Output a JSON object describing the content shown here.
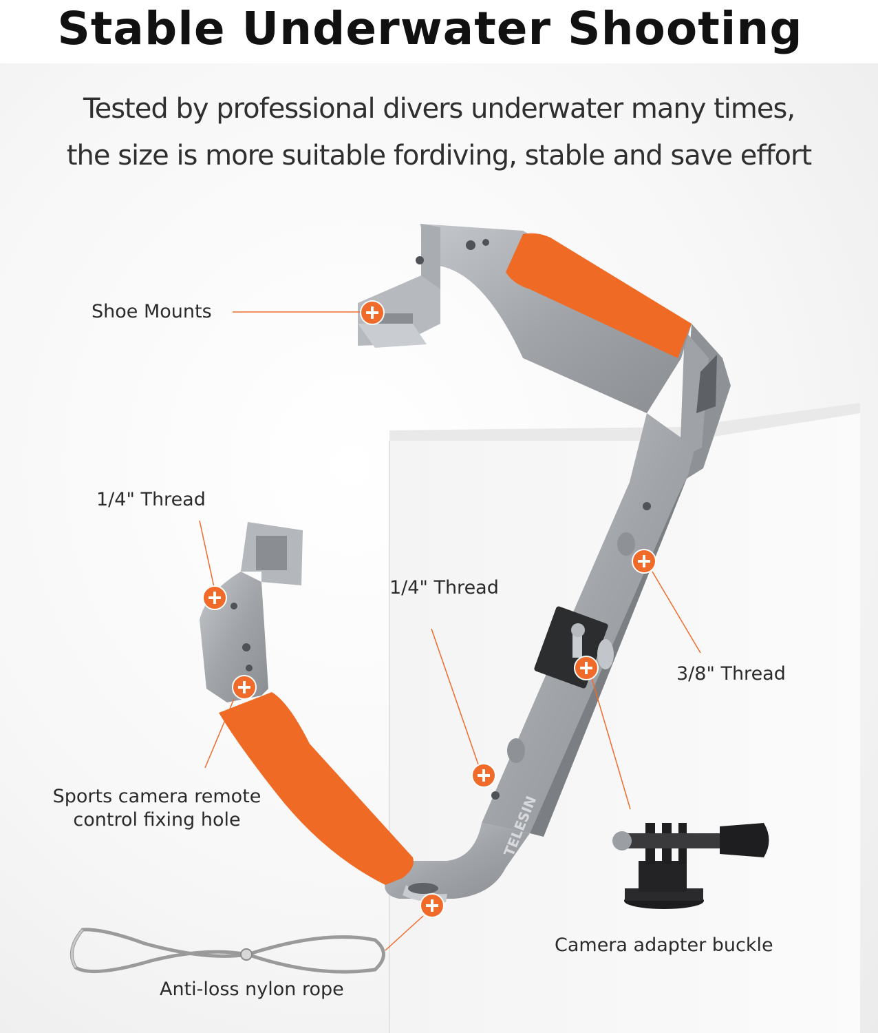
{
  "header": {
    "title": "Stable Underwater Shooting",
    "subtitle_line1": "Tested by professional divers underwater many times,",
    "subtitle_line2": "the size is more suitable fordiving, stable and save effort"
  },
  "callouts": {
    "shoe_mounts": "Shoe Mounts",
    "thread_quarter_left": "1/4\" Thread",
    "thread_quarter_center": "1/4\" Thread",
    "thread_three_eighths": "3/8\" Thread",
    "remote_hole_line1": "Sports camera remote",
    "remote_hole_line2": "control fixing hole",
    "adapter_buckle": "Camera adapter buckle",
    "nylon_rope": "Anti-loss nylon rope"
  },
  "product": {
    "brand_mark": "TELESIN"
  },
  "colors": {
    "accent_orange": "#f06a2a",
    "grip_orange": "#ef6b25",
    "frame_grey": "#a4a7ab"
  }
}
